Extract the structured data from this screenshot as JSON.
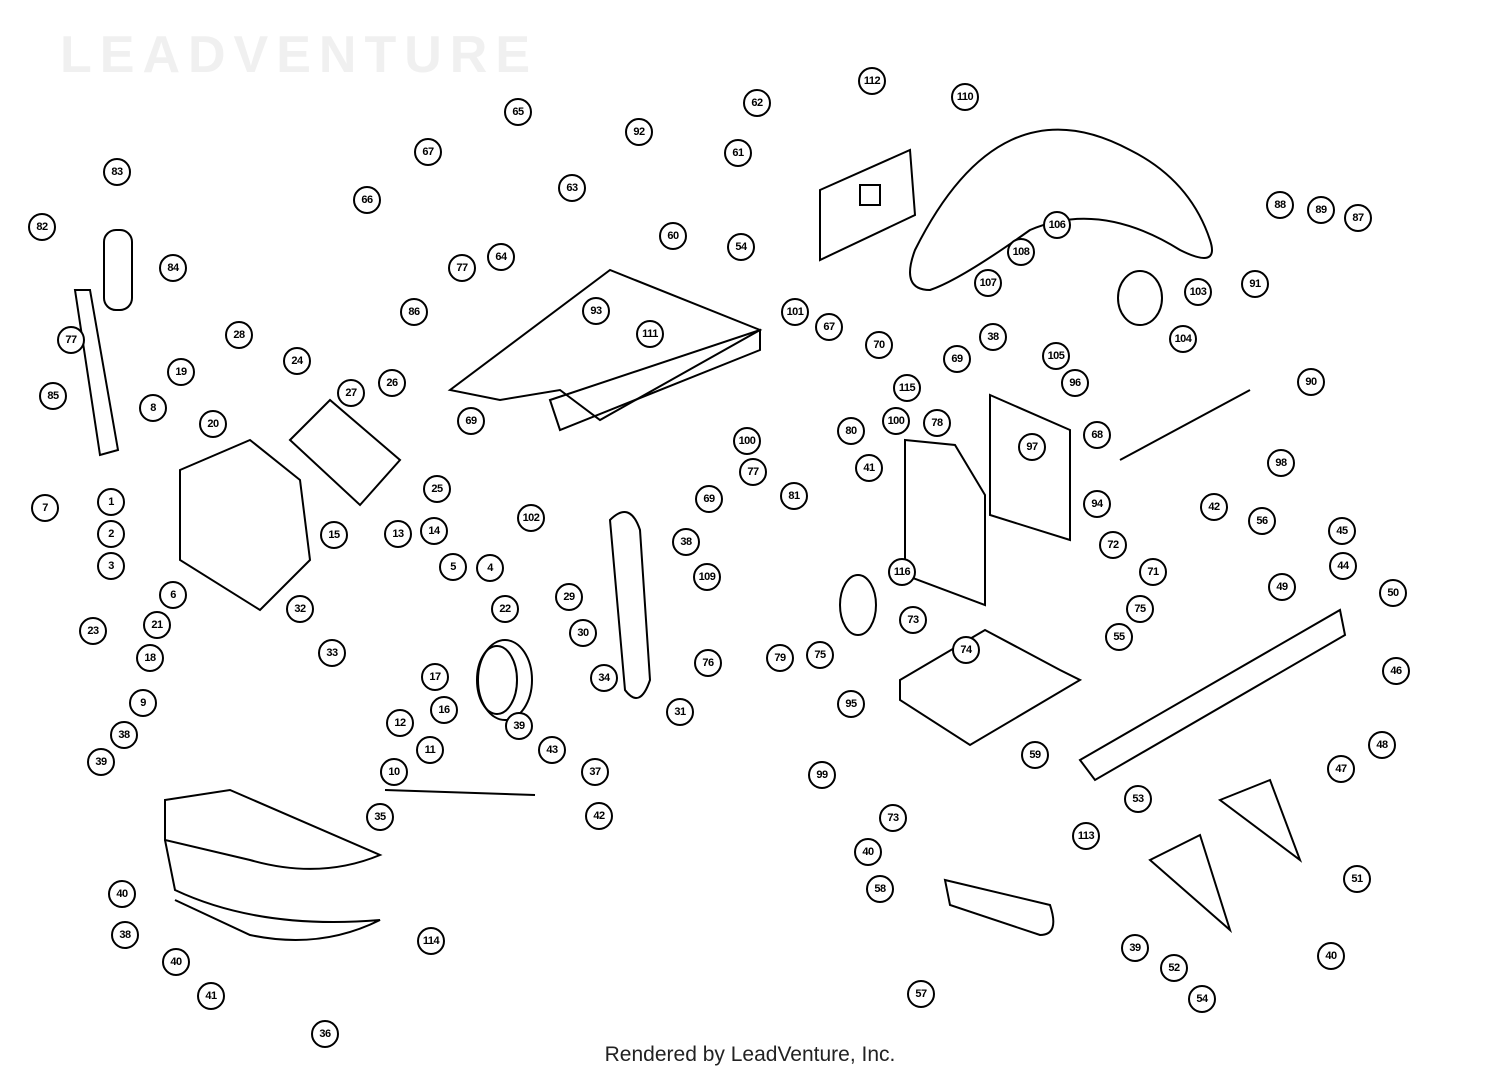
{
  "diagram": {
    "callouts": [
      "83",
      "82",
      "84",
      "28",
      "77",
      "19",
      "85",
      "8",
      "20",
      "7",
      "1",
      "2",
      "3",
      "23",
      "6",
      "21",
      "18",
      "9",
      "38",
      "39",
      "40",
      "38",
      "40",
      "41",
      "36",
      "114",
      "35",
      "10",
      "11",
      "12",
      "16",
      "17",
      "33",
      "32",
      "15",
      "13",
      "14",
      "5",
      "4",
      "22",
      "29",
      "30",
      "34",
      "31",
      "39",
      "43",
      "37",
      "42",
      "24",
      "27",
      "26",
      "25",
      "66",
      "67",
      "65",
      "63",
      "64",
      "77",
      "86",
      "69",
      "93",
      "111",
      "92",
      "60",
      "54",
      "101",
      "67",
      "70",
      "115",
      "100",
      "69",
      "38",
      "102",
      "109",
      "77",
      "81",
      "80",
      "41",
      "100",
      "78",
      "116",
      "75",
      "79",
      "76",
      "95",
      "62",
      "61",
      "112",
      "110",
      "106",
      "108",
      "107",
      "103",
      "105",
      "104",
      "91",
      "88",
      "89",
      "87",
      "90",
      "96",
      "98",
      "38",
      "69",
      "97",
      "68",
      "94",
      "72",
      "71",
      "75",
      "73",
      "74",
      "99",
      "73",
      "59",
      "40",
      "58",
      "57",
      "42",
      "56",
      "55",
      "45",
      "44",
      "49",
      "50",
      "46",
      "48",
      "47",
      "53",
      "113",
      "51",
      "52",
      "39",
      "54",
      "40"
    ]
  },
  "watermark": "LEADVENTURE",
  "footer": "Rendered by LeadVenture, Inc."
}
